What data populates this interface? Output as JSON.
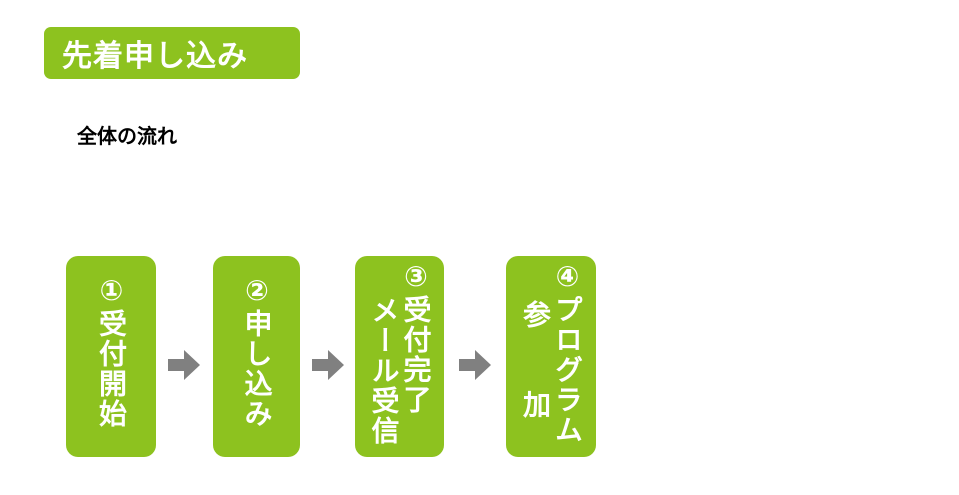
{
  "title": "先着申し込み",
  "subtitle": "全体の流れ",
  "steps": [
    {
      "columns": [
        "①受付開始"
      ]
    },
    {
      "columns": [
        "②申し込み"
      ]
    },
    {
      "columns": [
        "③受付完了",
        "メール受信"
      ]
    },
    {
      "columns": [
        "④プログラム",
        "参　　加"
      ]
    }
  ],
  "colors": {
    "accent": "#8dc21f",
    "arrow": "#808080"
  }
}
